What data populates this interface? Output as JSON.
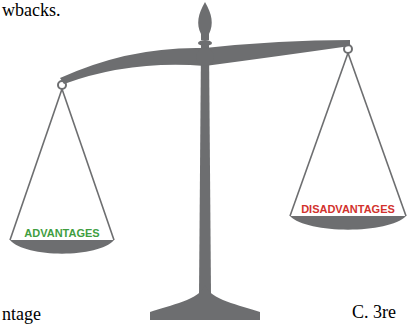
{
  "diagram": {
    "nodes": [
      {
        "text": [
          "ADVANTAGES"
        ]
      },
      {
        "text": [
          "DISADVANTAGES"
        ]
      }
    ],
    "labels": [
      "wbacks.",
      "ntage",
      "C. 3re"
    ]
  }
}
